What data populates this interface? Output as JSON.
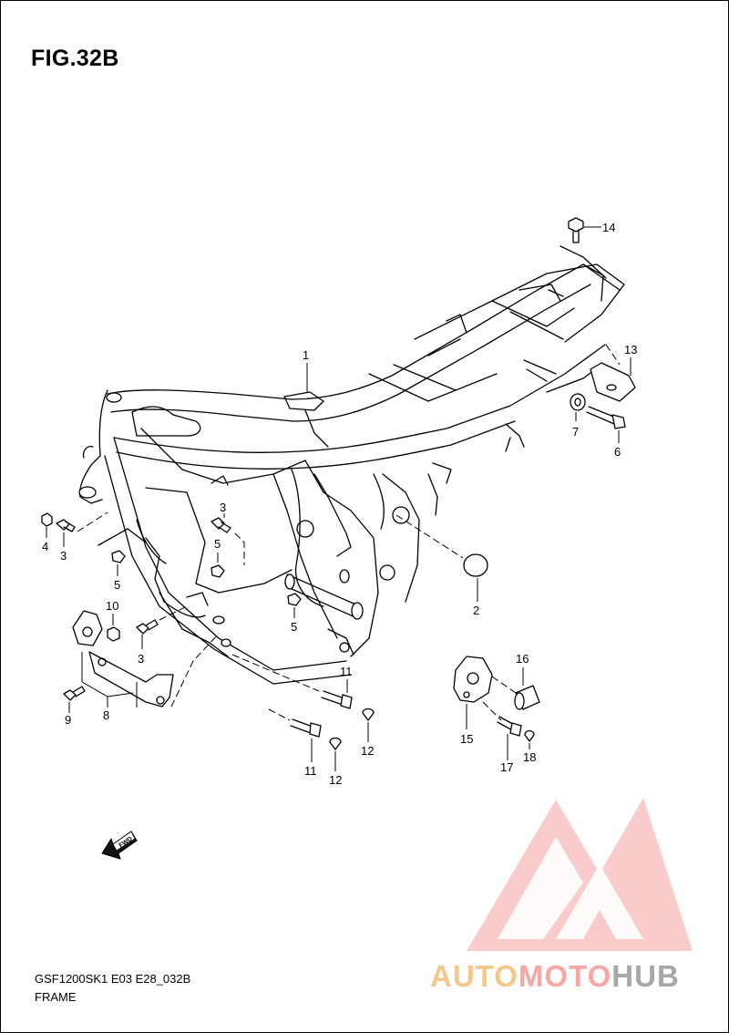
{
  "figure": {
    "title": "FIG.32B",
    "model_code": "GSF1200SK1 E03 E28_032B",
    "section_name": "FRAME"
  },
  "callouts": {
    "c1": "1",
    "c2": "2",
    "c3a": "3",
    "c3b": "3",
    "c3c": "3",
    "c4": "4",
    "c5a": "5",
    "c5b": "5",
    "c5c": "5",
    "c6": "6",
    "c7": "7",
    "c8": "8",
    "c9": "9",
    "c10": "10",
    "c11a": "11",
    "c11b": "11",
    "c12a": "12",
    "c12b": "12",
    "c13": "13",
    "c14": "14",
    "c15": "15",
    "c16": "16",
    "c17": "17",
    "c18": "18"
  },
  "fwd_arrow": {
    "label": "FWD",
    "icon": "forward-arrow-icon"
  },
  "watermark": {
    "text_auto": "AUTO",
    "text_moto": "MOTO",
    "text_hub": "HUB",
    "colors": {
      "auto": "#f5c88a",
      "moto": "#f7a8a4",
      "hub": "#a7a7a7",
      "logo": "#f59a9a"
    }
  }
}
